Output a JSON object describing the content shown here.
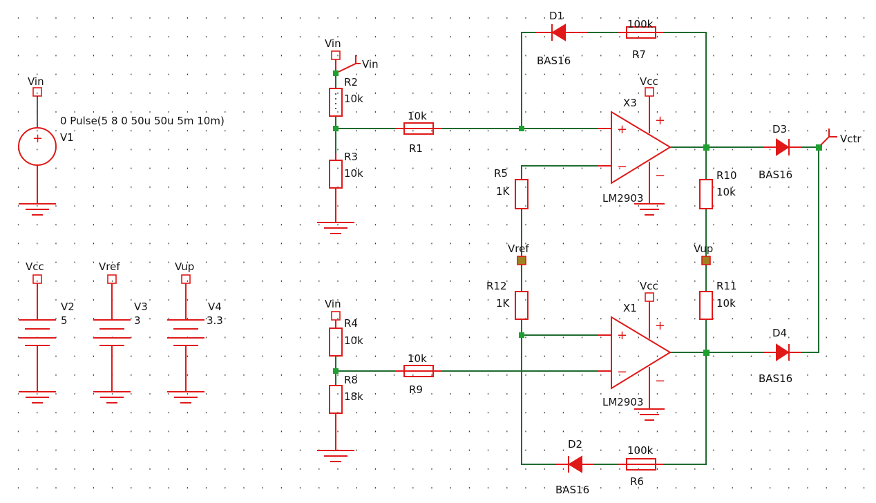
{
  "sources": {
    "v1": {
      "name": "V1",
      "value": "0 Pulse(5 8 0 50u 50u 5m 10m)",
      "net": "Vin"
    },
    "v2": {
      "name": "V2",
      "value": "5",
      "net": "Vcc"
    },
    "v3": {
      "name": "V3",
      "value": "3",
      "net": "Vref"
    },
    "v4": {
      "name": "V4",
      "value": "3.3",
      "net": "Vup"
    }
  },
  "resistors": {
    "r1": {
      "name": "R1",
      "value": "10k"
    },
    "r2": {
      "name": "R2",
      "value": "10k"
    },
    "r3": {
      "name": "R3",
      "value": "10k"
    },
    "r4": {
      "name": "R4",
      "value": "10k"
    },
    "r5": {
      "name": "R5",
      "value": "1K"
    },
    "r6": {
      "name": "R6",
      "value": "100k"
    },
    "r7": {
      "name": "R7",
      "value": "100k"
    },
    "r8": {
      "name": "R8",
      "value": "18k"
    },
    "r9": {
      "name": "R9",
      "value": "10k"
    },
    "r10": {
      "name": "R10",
      "value": "10k"
    },
    "r11": {
      "name": "R11",
      "value": "10k"
    },
    "r12": {
      "name": "R12",
      "value": "1K"
    }
  },
  "diodes": {
    "d1": {
      "name": "D1",
      "model": "BAS16"
    },
    "d2": {
      "name": "D2",
      "model": "BAS16"
    },
    "d3": {
      "name": "D3",
      "model": "BAS16"
    },
    "d4": {
      "name": "D4",
      "model": "BAS16"
    }
  },
  "opamps": {
    "x3": {
      "name": "X3",
      "model": "LM2903",
      "plus": "+",
      "minus": "−"
    },
    "x1": {
      "name": "X1",
      "model": "LM2903",
      "plus": "+",
      "minus": "−"
    }
  },
  "nets": {
    "vin": "Vin",
    "vcc": "Vcc",
    "vref": "Vref",
    "vup": "Vup",
    "vctr": "Vctr"
  },
  "colors": {
    "component": "#e01818",
    "wire": "#1e6b30",
    "junction": "#1ea030"
  }
}
